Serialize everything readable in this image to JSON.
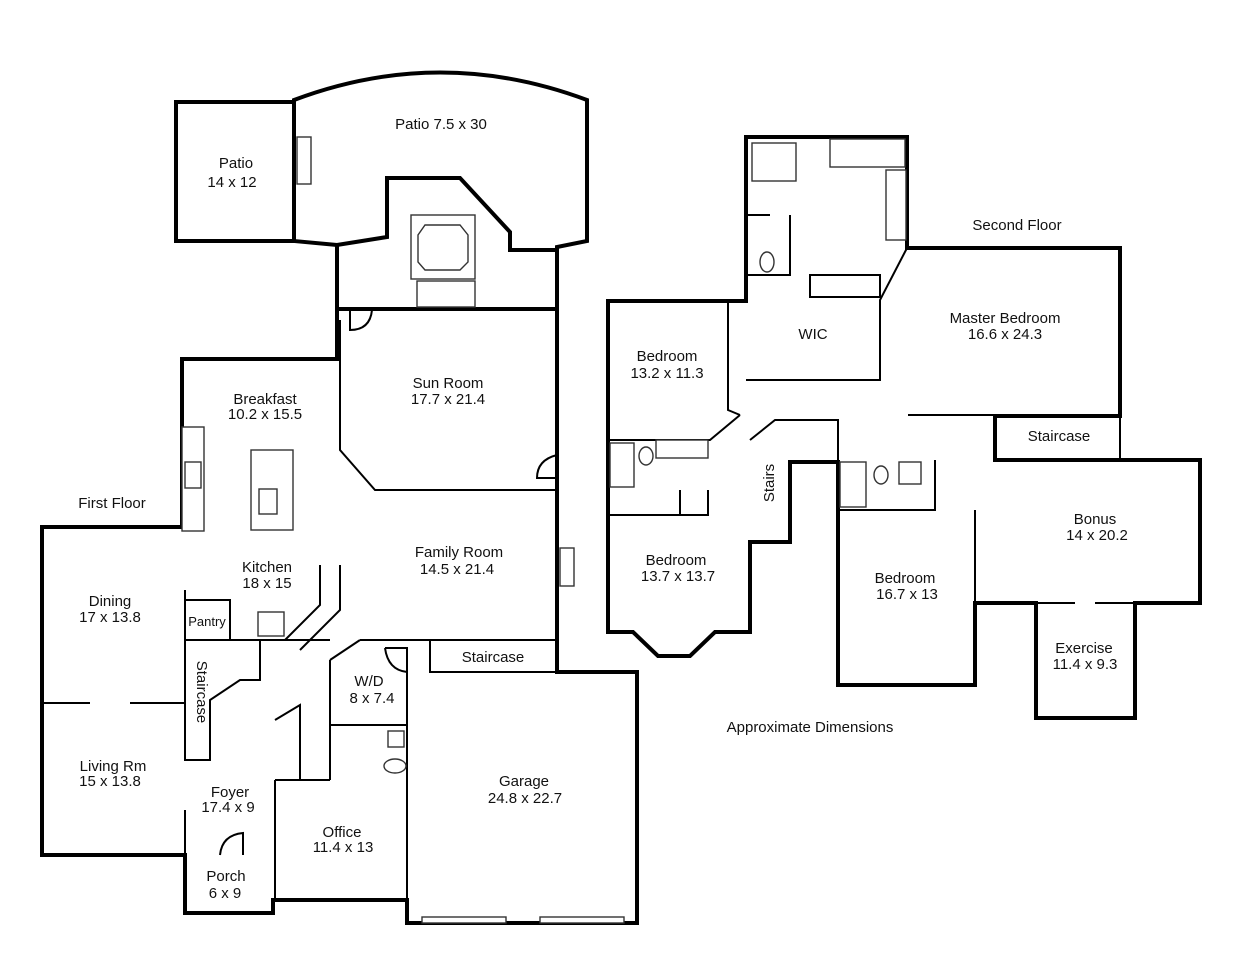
{
  "floors": {
    "first": "First Floor",
    "second": "Second Floor"
  },
  "note": "Approximate Dimensions",
  "rooms": {
    "patio_large": {
      "name": "Patio 7.5 x 30"
    },
    "patio_small": {
      "name": "Patio",
      "size": "14 x 12"
    },
    "sun_room": {
      "name": "Sun Room",
      "size": "17.7 x 21.4"
    },
    "breakfast": {
      "name": "Breakfast",
      "size": "10.2 x 15.5"
    },
    "kitchen": {
      "name": "Kitchen",
      "size": "18 x 15"
    },
    "family_room": {
      "name": "Family Room",
      "size": "14.5 x 21.4"
    },
    "dining": {
      "name": "Dining",
      "size": "17 x 13.8"
    },
    "pantry": {
      "name": "Pantry"
    },
    "staircase_1a": {
      "name": "Staircase"
    },
    "staircase_1b": {
      "name": "Staircase"
    },
    "wd": {
      "name": "W/D",
      "size": "8 x 7.4"
    },
    "living": {
      "name": "Living Rm",
      "size": "15 x 13.8"
    },
    "foyer": {
      "name": "Foyer",
      "size": "17.4 x 9"
    },
    "office": {
      "name": "Office",
      "size": "11.4 x 13"
    },
    "porch": {
      "name": "Porch",
      "size": "6 x 9"
    },
    "garage": {
      "name": "Garage",
      "size": "24.8 x 22.7"
    },
    "wic": {
      "name": "WIC"
    },
    "master_bedroom": {
      "name": "Master Bedroom",
      "size": "16.6 x 24.3"
    },
    "bedroom_a": {
      "name": "Bedroom",
      "size": "13.2 x 11.3"
    },
    "bedroom_b": {
      "name": "Bedroom",
      "size": "13.7 x 13.7"
    },
    "bedroom_c": {
      "name": "Bedroom",
      "size": "16.7 x 13"
    },
    "stairs": {
      "name": "Stairs"
    },
    "staircase_2": {
      "name": "Staircase"
    },
    "bonus": {
      "name": "Bonus",
      "size": "14 x 20.2"
    },
    "exercise": {
      "name": "Exercise",
      "size": "11.4 x 9.3"
    }
  }
}
